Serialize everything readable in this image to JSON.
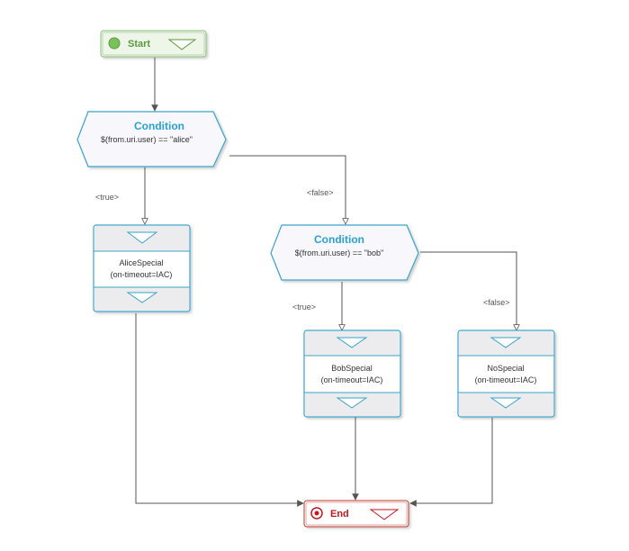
{
  "start": {
    "label": "Start"
  },
  "end": {
    "label": "End"
  },
  "conditions": [
    {
      "title": "Condition",
      "expr": "$(from.uri.user) == \"alice\""
    },
    {
      "title": "Condition",
      "expr": "$(from.uri.user) == \"bob\""
    }
  ],
  "actions": [
    {
      "line1": "AliceSpecial",
      "line2": "(on-timeout=IAC)"
    },
    {
      "line1": "BobSpecial",
      "line2": "(on-timeout=IAC)"
    },
    {
      "line1": "NoSpecial",
      "line2": "(on-timeout=IAC)"
    }
  ],
  "edge_labels": {
    "alice_true": "<true>",
    "alice_false": "<false>",
    "bob_true": "<true>",
    "bob_false": "<false>"
  },
  "colors": {
    "start_border": "#8cbf7a",
    "start_fill": "#eef6e9",
    "start_text": "#5a9a3c",
    "condition_border": "#3aa3c9",
    "condition_fill": "#f7f7fc",
    "condition_title": "#2aa1cf",
    "action_border": "#3aa3c9",
    "action_band": "#ececee",
    "end_border": "#c0392b",
    "end_text": "#c4161c",
    "connector": "#555555",
    "label_text": "#555555"
  }
}
